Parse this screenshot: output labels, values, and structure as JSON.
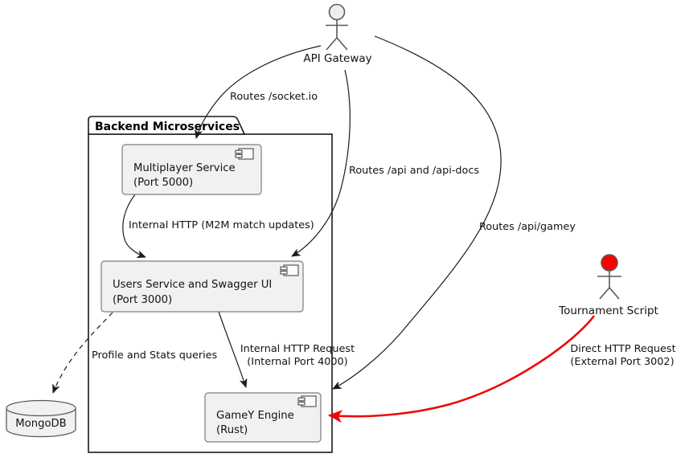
{
  "diagram": {
    "type": "component-diagram",
    "frame": {
      "title": "Backend Microservices"
    },
    "actors": [
      {
        "name": "API Gateway",
        "head_color": "#eeeeee"
      },
      {
        "name": "Tournament Script",
        "head_color": "#ff0000"
      }
    ],
    "components": [
      {
        "id": "multiplayer-service",
        "lines": [
          "Multiplayer Service",
          "(Port 5000)"
        ]
      },
      {
        "id": "users-service",
        "lines": [
          "Users Service and Swagger UI",
          "(Port 3000)"
        ]
      },
      {
        "id": "gamey-engine",
        "lines": [
          "GameY Engine",
          "(Rust)"
        ]
      }
    ],
    "database": {
      "label": "MongoDB"
    },
    "edges": [
      {
        "from": "API Gateway",
        "to": "Multiplayer Service",
        "style": "solid",
        "color": "#1b1b1b",
        "lines": [
          "Routes /socket.io"
        ]
      },
      {
        "from": "API Gateway",
        "to": "Users Service and Swagger UI",
        "style": "solid",
        "color": "#1b1b1b",
        "lines": [
          "Routes /api and /api-docs"
        ]
      },
      {
        "from": "API Gateway",
        "to": "GameY Engine",
        "style": "solid",
        "color": "#1b1b1b",
        "lines": [
          "Routes /api/gamey"
        ]
      },
      {
        "from": "Multiplayer Service",
        "to": "Users Service and Swagger UI",
        "style": "solid",
        "color": "#1b1b1b",
        "lines": [
          "Internal HTTP (M2M match updates)"
        ]
      },
      {
        "from": "Users Service and Swagger UI",
        "to": "GameY Engine",
        "style": "solid",
        "color": "#1b1b1b",
        "lines": [
          "Internal HTTP Request",
          "(Internal Port 4000)"
        ]
      },
      {
        "from": "Users Service and Swagger UI",
        "to": "MongoDB",
        "style": "dashed",
        "color": "#1b1b1b",
        "lines": [
          "Profile and Stats queries"
        ]
      },
      {
        "from": "Tournament Script",
        "to": "GameY Engine",
        "style": "solid",
        "color": "#ee0707",
        "lines": [
          "Direct HTTP Request",
          "(External Port 3002)"
        ]
      }
    ],
    "colors": {
      "background": "#ffffff",
      "component_fill": "#f1f1f1",
      "component_border": "#7d7d7d",
      "frame_border": "#1a1a1a",
      "edge": "#1b1b1b",
      "red_edge": "#ee0707",
      "api_gateway_head": "#eeeeee",
      "tournament_head": "#ff0000"
    }
  }
}
